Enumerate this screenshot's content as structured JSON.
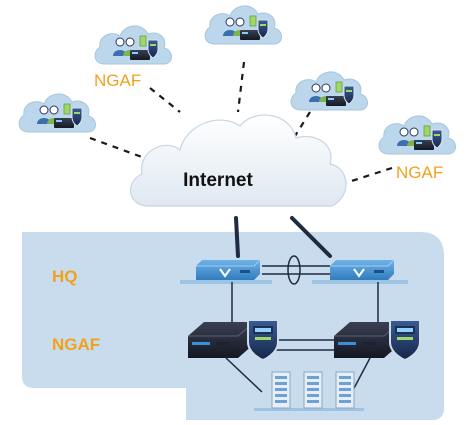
{
  "labels": {
    "internet": "Internet",
    "hq": "HQ",
    "ngaf_hq": "NGAF",
    "ngaf_branch_top_left": "NGAF",
    "ngaf_branch_right": "NGAF"
  },
  "colors": {
    "hq_panel": "#c9dced",
    "cloud": "#e8eef5",
    "branch_cloud": "#bcd6ec",
    "accent_orange": "#f0a21c",
    "dark_line": "#1f2a44",
    "switch_blue": "#3f8fd2"
  },
  "icons": {
    "switch": "switch-icon",
    "firewall": "firewall-appliance-icon",
    "shield": "shield-icon",
    "server": "server-rack-icon",
    "users": "users-icon"
  }
}
